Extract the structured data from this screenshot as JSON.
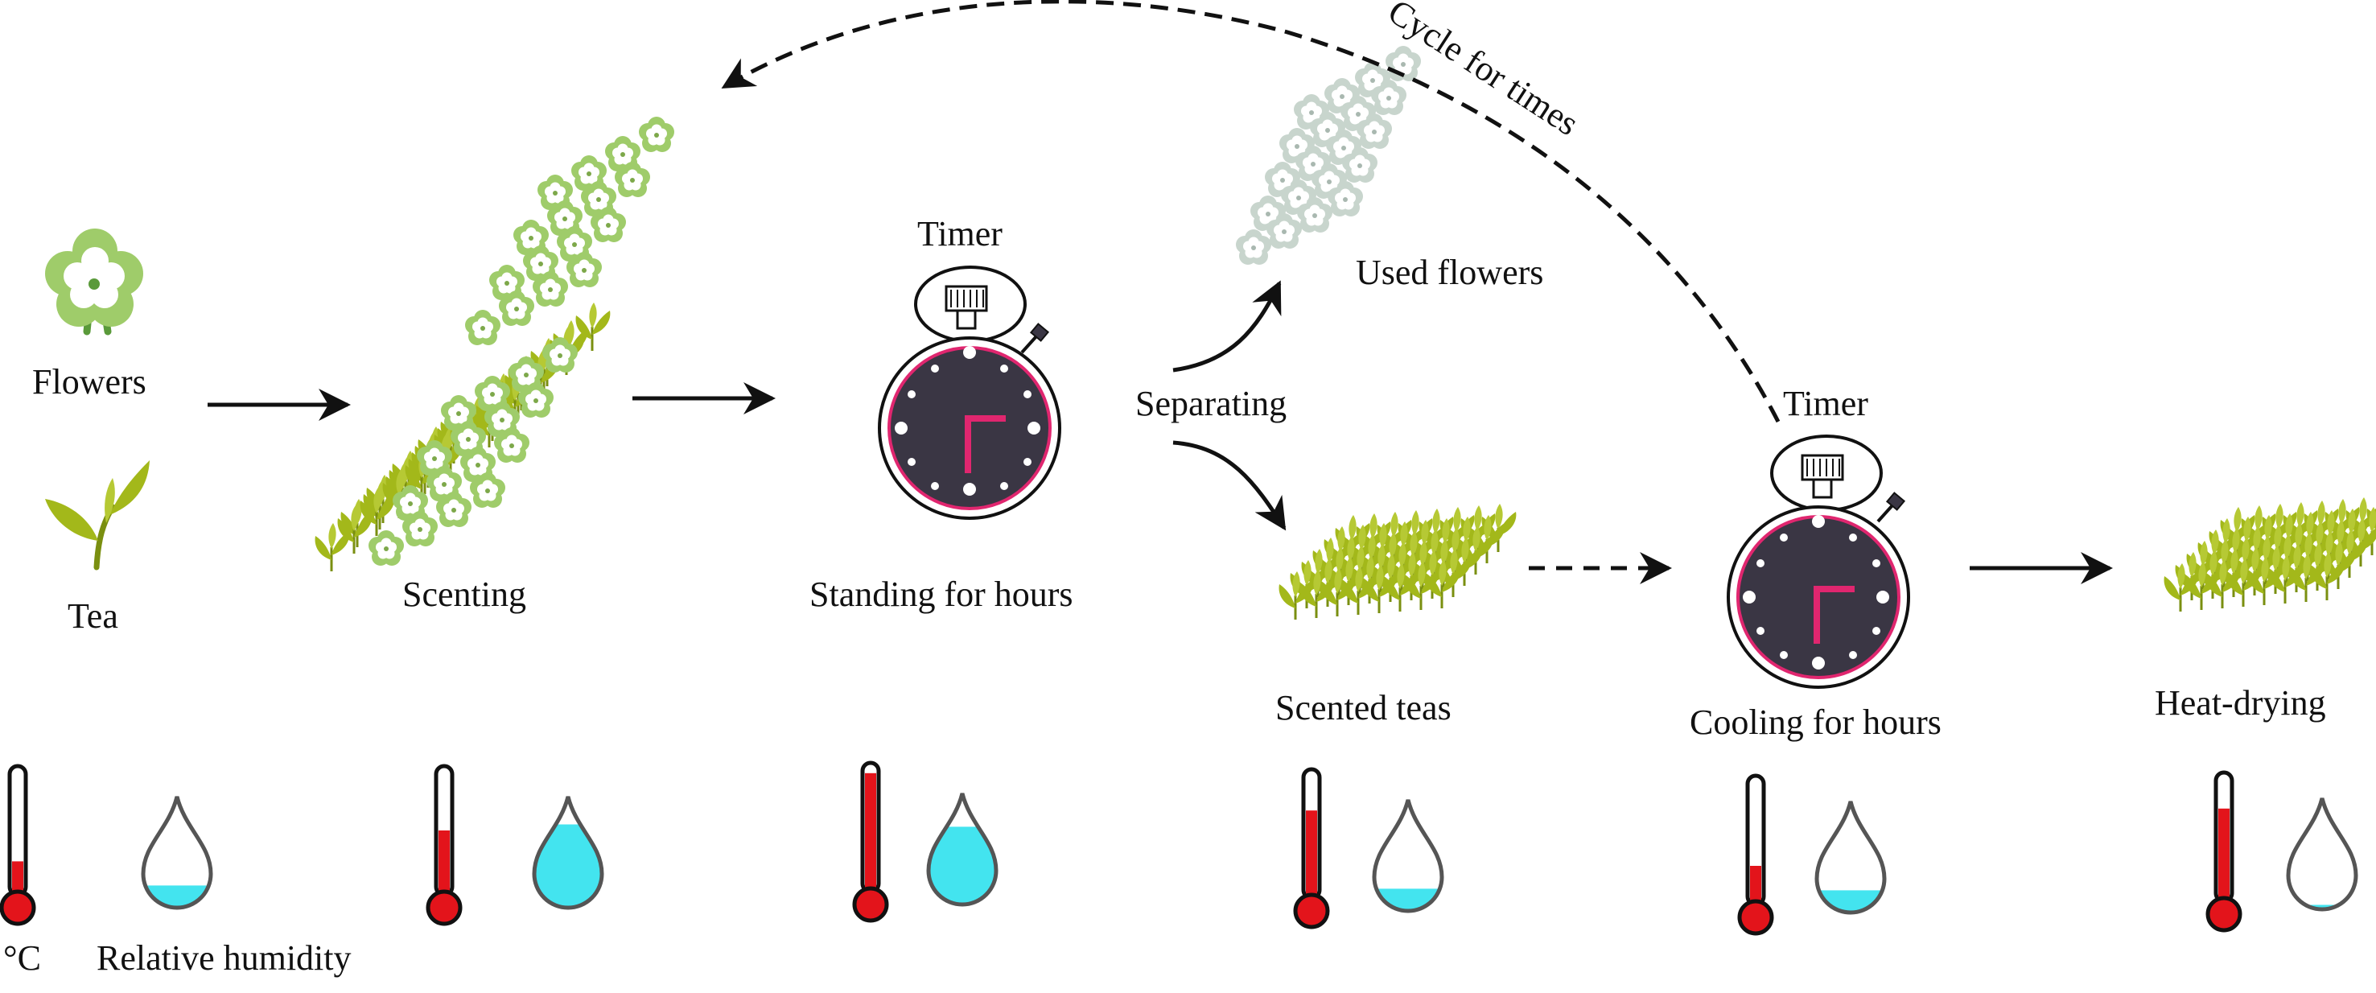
{
  "inputs": {
    "flowers_label": "Flowers",
    "tea_label": "Tea"
  },
  "steps": {
    "scenting": "Scenting",
    "standing": "Standing for hours",
    "separating": "Separating",
    "used_flowers": "Used flowers",
    "scented_teas": "Scented teas",
    "cooling": "Cooling for hours",
    "heat_drying": "Heat-drying"
  },
  "timer_label": "Timer",
  "cycle_label": "Cycle for times",
  "legend": {
    "temperature_unit": "°C",
    "humidity": "Relative humidity"
  },
  "colors": {
    "leaf": "#a3b81a",
    "leaf_dark": "#7a8f10",
    "flower_green": "#9fcc6a",
    "used_flower": "#c8d5cd",
    "timer_face": "#3a3644",
    "timer_hand": "#e0266f",
    "thermo_red": "#e3141b",
    "water": "#43e4ef"
  },
  "stages": [
    {
      "name": "raw",
      "temperature_level": 0.26,
      "humidity_level": 0.2
    },
    {
      "name": "scenting",
      "temperature_level": 0.5,
      "humidity_level": 0.75
    },
    {
      "name": "standing",
      "temperature_level": 0.92,
      "humidity_level": 0.7
    },
    {
      "name": "scented_teas",
      "temperature_level": 0.68,
      "humidity_level": 0.2
    },
    {
      "name": "cooling",
      "temperature_level": 0.3,
      "humidity_level": 0.2
    },
    {
      "name": "heat_drying",
      "temperature_level": 0.72,
      "humidity_level": 0.04
    }
  ]
}
